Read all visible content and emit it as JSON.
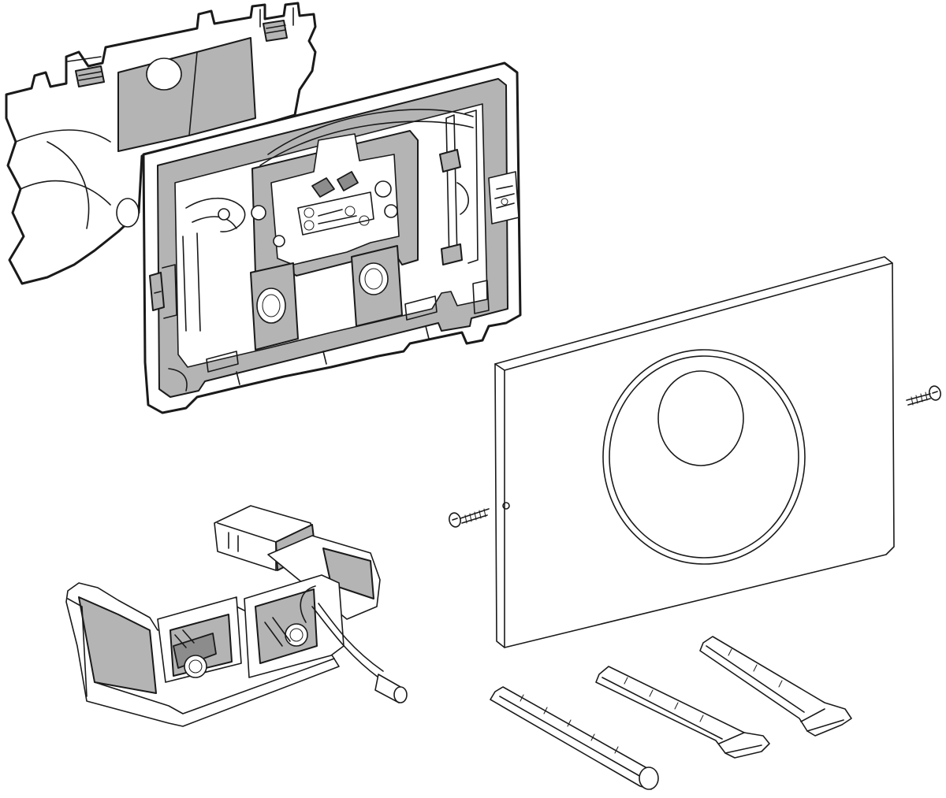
{
  "figure": {
    "type": "exploded-view assembly drawing",
    "colors": {
      "outline": "#1a1a1a",
      "fill_light": "#ffffff",
      "fill_mid": "#b4b4b4",
      "fill_dark": "#8c8c8c"
    },
    "components": [
      "protective-cover",
      "mounting-frame",
      "cover-plate",
      "screw-left",
      "screw-right",
      "electronics-module",
      "push-rod-1",
      "push-rod-2",
      "push-rod-3"
    ]
  }
}
